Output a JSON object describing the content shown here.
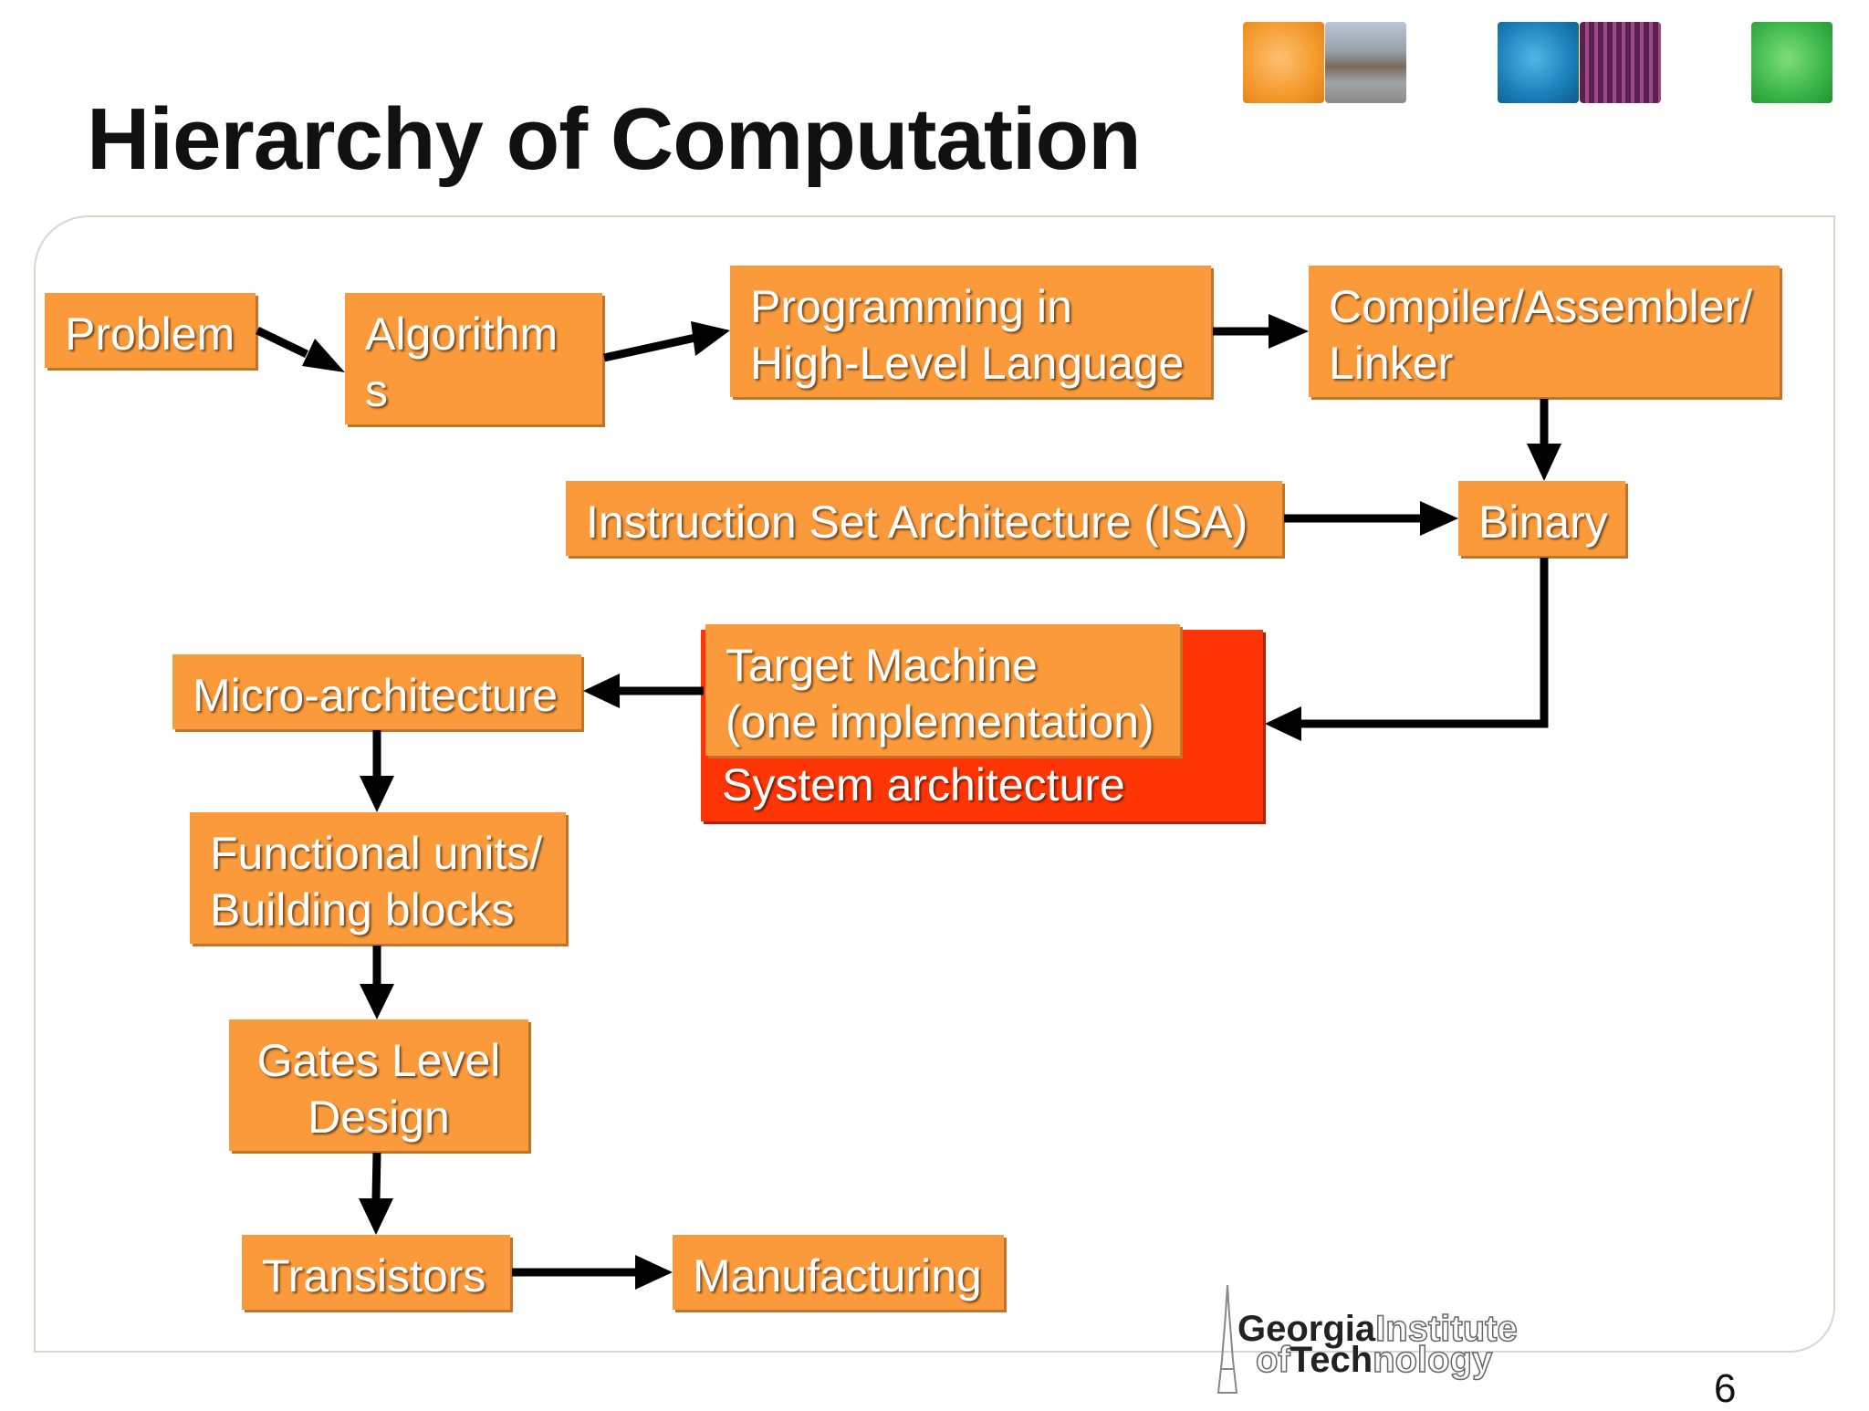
{
  "slide": {
    "title": "Hierarchy of Computation",
    "page_number": "6"
  },
  "diagram": {
    "nodes": {
      "problem": "Problem",
      "algorithms_line1": "Algorithm",
      "algorithms_line2": "s",
      "programming_line1": "Programming in",
      "programming_line2": "High-Level Language",
      "compiler_line1": "Compiler/Assembler/",
      "compiler_line2": "Linker",
      "isa": "Instruction Set Architecture (ISA)",
      "binary": "Binary",
      "target_line1": "Target Machine",
      "target_line2": "(one implementation)",
      "system_architecture": "System architecture",
      "micro_architecture": "Micro-architecture",
      "functional_line1": "Functional units/",
      "functional_line2": "Building blocks",
      "gates_line1": "Gates Level",
      "gates_line2": "Design",
      "transistors": "Transistors",
      "manufacturing": "Manufacturing"
    },
    "colors": {
      "box": "#fb9a3a",
      "system_box": "#ff3505",
      "arrow": "#000000"
    }
  },
  "logo": {
    "word1_bold": "Georgia",
    "word1_outline": "Institute",
    "word2_outline_a": "of",
    "word2_bold": "Tech",
    "word2_outline_b": "nology",
    "icon": "tower-icon"
  },
  "header_tiles": [
    {
      "name": "orange-tile",
      "color": "#f39a2c"
    },
    {
      "name": "campus-photo-tile",
      "color": "#8a8f96"
    },
    {
      "name": "blue-tile",
      "color": "#1a7fb8"
    },
    {
      "name": "chip-photo-tile",
      "color": "#7a2f6a"
    },
    {
      "name": "green-tile",
      "color": "#3ab54a"
    }
  ]
}
